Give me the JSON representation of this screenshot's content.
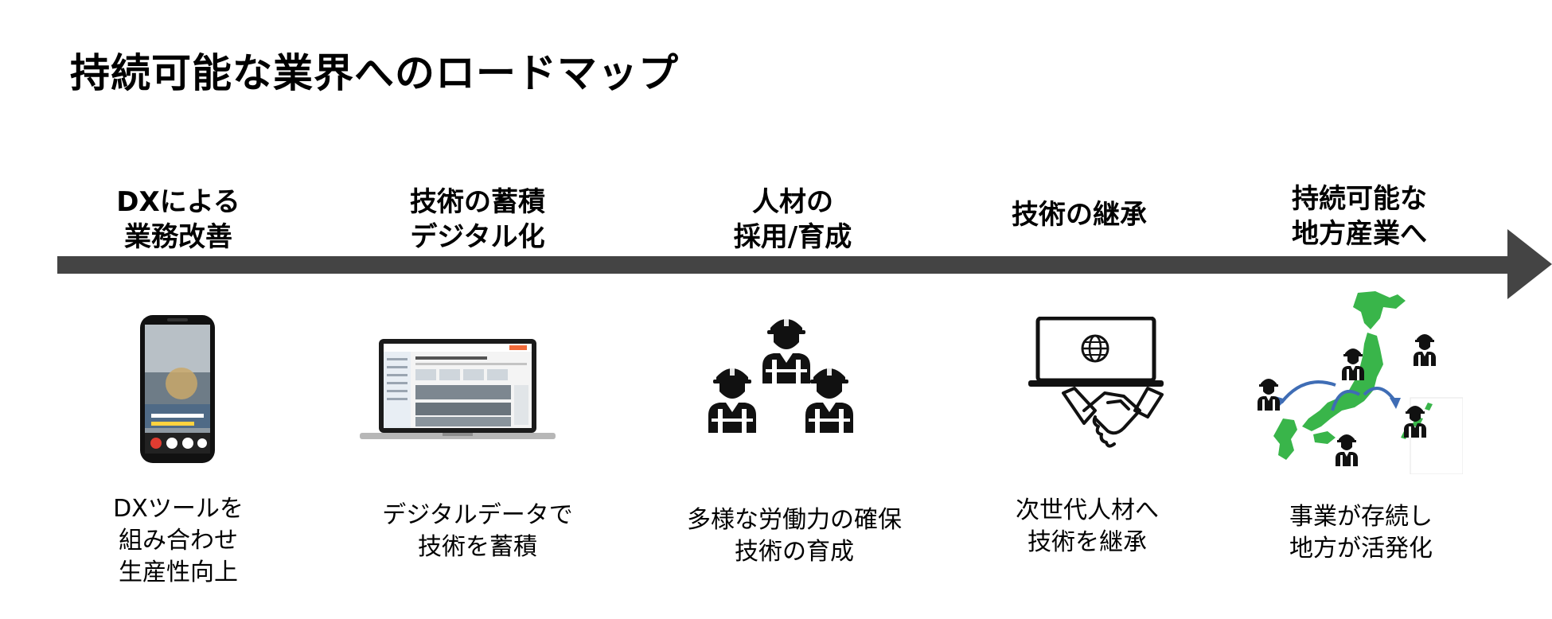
{
  "title": "持続可能な業界へのロードマップ",
  "colors": {
    "arrow": "#444444",
    "icon": "#111111",
    "map": "#39b54a",
    "arc": "#3f6db5"
  },
  "stages": [
    {
      "heading": "DXによる\n業務改善",
      "description": "DXツールを\n組み合わせ\n生産性向上",
      "illustration": "smartphone-app-screen"
    },
    {
      "heading": "技術の蓄積\nデジタル化",
      "description": "デジタルデータで\n技術を蓄積",
      "illustration": "laptop-dashboard"
    },
    {
      "heading": "人材の\n採用/育成",
      "description": "多様な労働力の確保\n技術の育成",
      "illustration": "three-workers-icon"
    },
    {
      "heading": "技術の継承",
      "description": "次世代人材へ\n技術を継承",
      "illustration": "laptop-handshake-icon"
    },
    {
      "heading": "持続可能な\n地方産業へ",
      "description": "事業が存続し\n地方が活発化",
      "illustration": "japan-map-workers"
    }
  ]
}
